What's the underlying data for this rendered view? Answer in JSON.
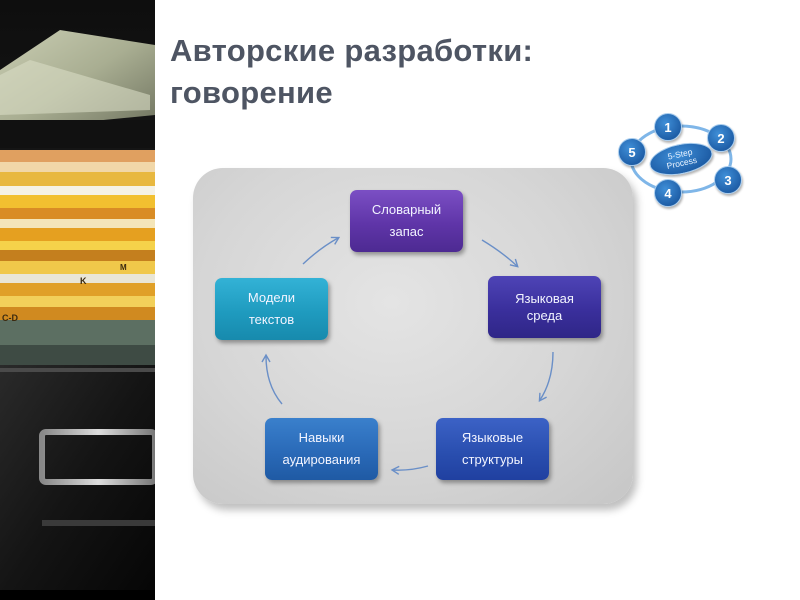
{
  "title": {
    "line1": "Авторские разработки:",
    "line2": "говорение"
  },
  "diagram": {
    "type": "cycle",
    "nodes": [
      {
        "id": "vocabulary",
        "label": "Словарный\nзапас",
        "color": "#5f35a8"
      },
      {
        "id": "language-environment",
        "label": "Языковая\nсреда",
        "color": "#3a2f9c"
      },
      {
        "id": "language-structures",
        "label": "Языковые\nструктуры",
        "color": "#2a4fb0"
      },
      {
        "id": "listening-skills",
        "label": "Навыки\nаудирования",
        "color": "#2a6ab8"
      },
      {
        "id": "text-models",
        "label": "Модели\nтекстов",
        "color": "#1f9bbf"
      }
    ],
    "edges": [
      [
        "vocabulary",
        "language-environment"
      ],
      [
        "language-environment",
        "language-structures"
      ],
      [
        "language-structures",
        "listening-skills"
      ],
      [
        "listening-skills",
        "text-models"
      ],
      [
        "text-models",
        "vocabulary"
      ]
    ]
  },
  "step_icon": {
    "center_label": "5-Step\nProcess",
    "steps": [
      "1",
      "2",
      "3",
      "4",
      "5"
    ],
    "color": "#1f5fa8"
  },
  "photo": {
    "tab_label_1": "K",
    "tab_label_2": "C-D",
    "tab_label_3": "M"
  }
}
